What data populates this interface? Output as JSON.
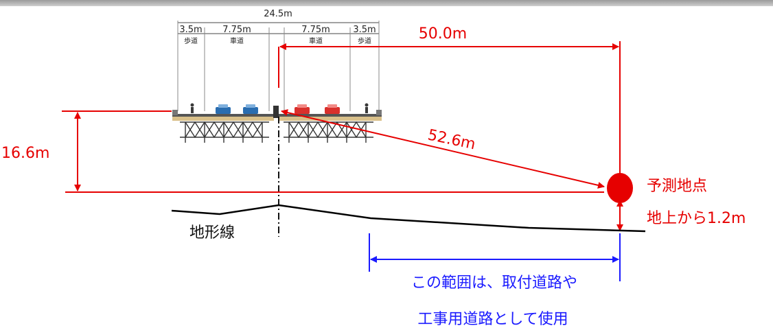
{
  "bridge": {
    "total_width": "24.5m",
    "sections": [
      "3.5m",
      "7.75m",
      "7.75m",
      "3.5m"
    ],
    "section_names": [
      "歩道",
      "車道",
      "車道",
      "歩道"
    ]
  },
  "dimensions": {
    "horizontal_distance": "50.0m",
    "slant_distance": "52.6m",
    "height": "16.6m"
  },
  "prediction_point": {
    "label": "予測地点",
    "height_label": "地上から1.2m"
  },
  "terrain": {
    "label": "地形線"
  },
  "range_note": {
    "line1": "この範囲は、取付道路や",
    "line2": "工事用道路として使用"
  },
  "colors": {
    "red": "#e60000",
    "blue": "#1a1aff",
    "car_blue": "#2a6db0",
    "car_red": "#d9302c"
  }
}
